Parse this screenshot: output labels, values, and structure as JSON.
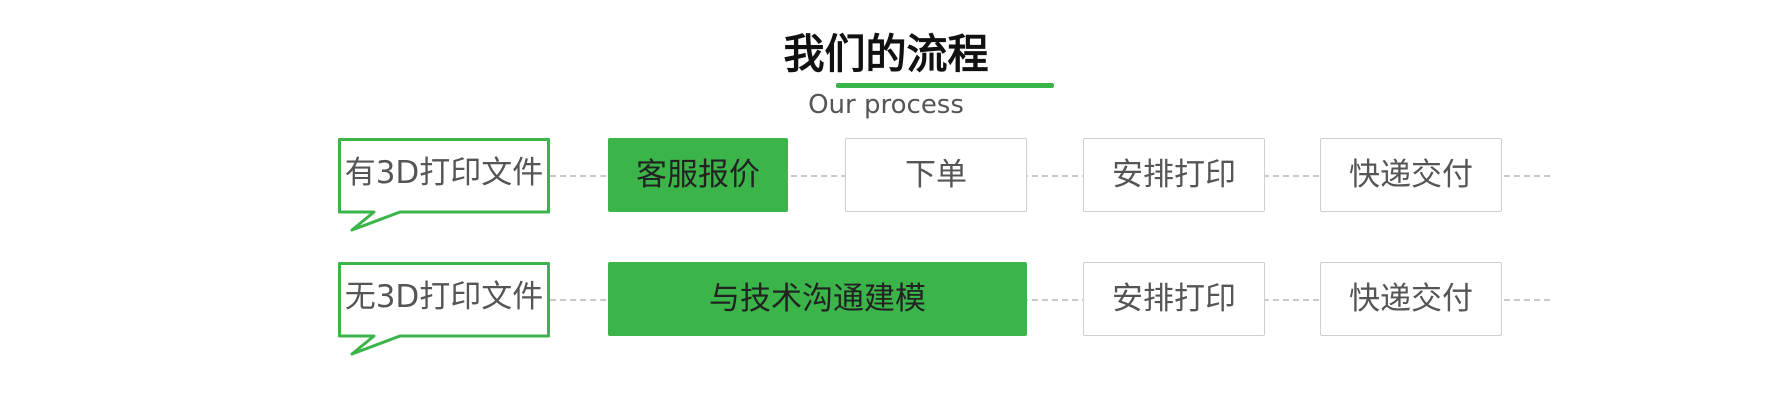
{
  "header": {
    "title": "我们的流程",
    "subtitle": "Our process"
  },
  "colors": {
    "accent": "#3bb54a",
    "box_border": "#cfcfcf",
    "text": "#555555",
    "connector": "#c9c9c9"
  },
  "rows": [
    {
      "start_label": "有3D打印文件",
      "steps": [
        "客服报价",
        "下单",
        "安排打印",
        "快递交付"
      ]
    },
    {
      "start_label": "无3D打印文件",
      "steps": [
        "与技术沟通建模",
        "安排打印",
        "快递交付"
      ]
    }
  ]
}
